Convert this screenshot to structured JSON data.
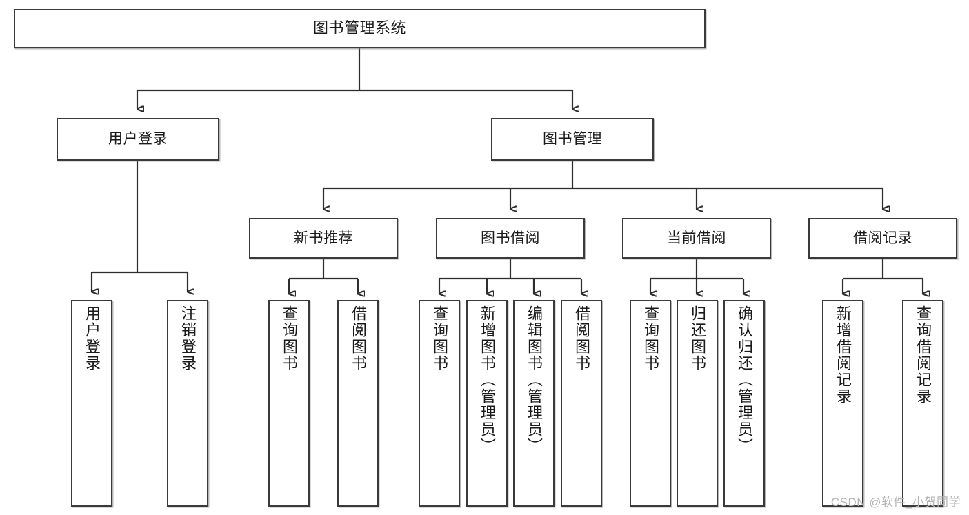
{
  "diagram": {
    "type": "hierarchy-tree",
    "title": "图书管理系统",
    "orientation": "top-down",
    "root": {
      "id": "root",
      "label": "图书管理系统"
    },
    "level2": [
      {
        "id": "user-login",
        "label": "用户登录"
      },
      {
        "id": "book-manage",
        "label": "图书管理"
      }
    ],
    "level3": [
      {
        "id": "new-book-rec",
        "label": "新书推荐",
        "parent": "book-manage"
      },
      {
        "id": "book-borrow",
        "label": "图书借阅",
        "parent": "book-manage"
      },
      {
        "id": "current-borrow",
        "label": "当前借阅",
        "parent": "book-manage"
      },
      {
        "id": "borrow-record",
        "label": "借阅记录",
        "parent": "book-manage"
      }
    ],
    "leaves": {
      "user-login": [
        {
          "id": "leaf-user-login",
          "label": "用户登录"
        },
        {
          "id": "leaf-user-logout",
          "label": "注销登录"
        }
      ],
      "new-book-rec": [
        {
          "id": "leaf-query-book-1",
          "label": "查询图书"
        },
        {
          "id": "leaf-borrow-book-1",
          "label": "借阅图书"
        }
      ],
      "book-borrow": [
        {
          "id": "leaf-query-book-2",
          "label": "查询图书"
        },
        {
          "id": "leaf-add-book",
          "label": "新增图书（管理员）"
        },
        {
          "id": "leaf-edit-book",
          "label": "编辑图书（管理员）"
        },
        {
          "id": "leaf-borrow-book-2",
          "label": "借阅图书"
        }
      ],
      "current-borrow": [
        {
          "id": "leaf-query-book-3",
          "label": "查询图书"
        },
        {
          "id": "leaf-return-book",
          "label": "归还图书"
        },
        {
          "id": "leaf-confirm-return",
          "label": "确认归还（管理员）"
        }
      ],
      "borrow-record": [
        {
          "id": "leaf-add-record",
          "label": "新增借阅记录"
        },
        {
          "id": "leaf-query-record",
          "label": "查询借阅记录"
        }
      ]
    }
  },
  "watermark": {
    "text": "CSDN @软件_小贺同学"
  },
  "colors": {
    "box_border": "#3a3a3a",
    "box_fill": "#ffffff",
    "connector": "#2e2e2e",
    "text": "#1a1a1a",
    "watermark": "#b4b4b4"
  }
}
